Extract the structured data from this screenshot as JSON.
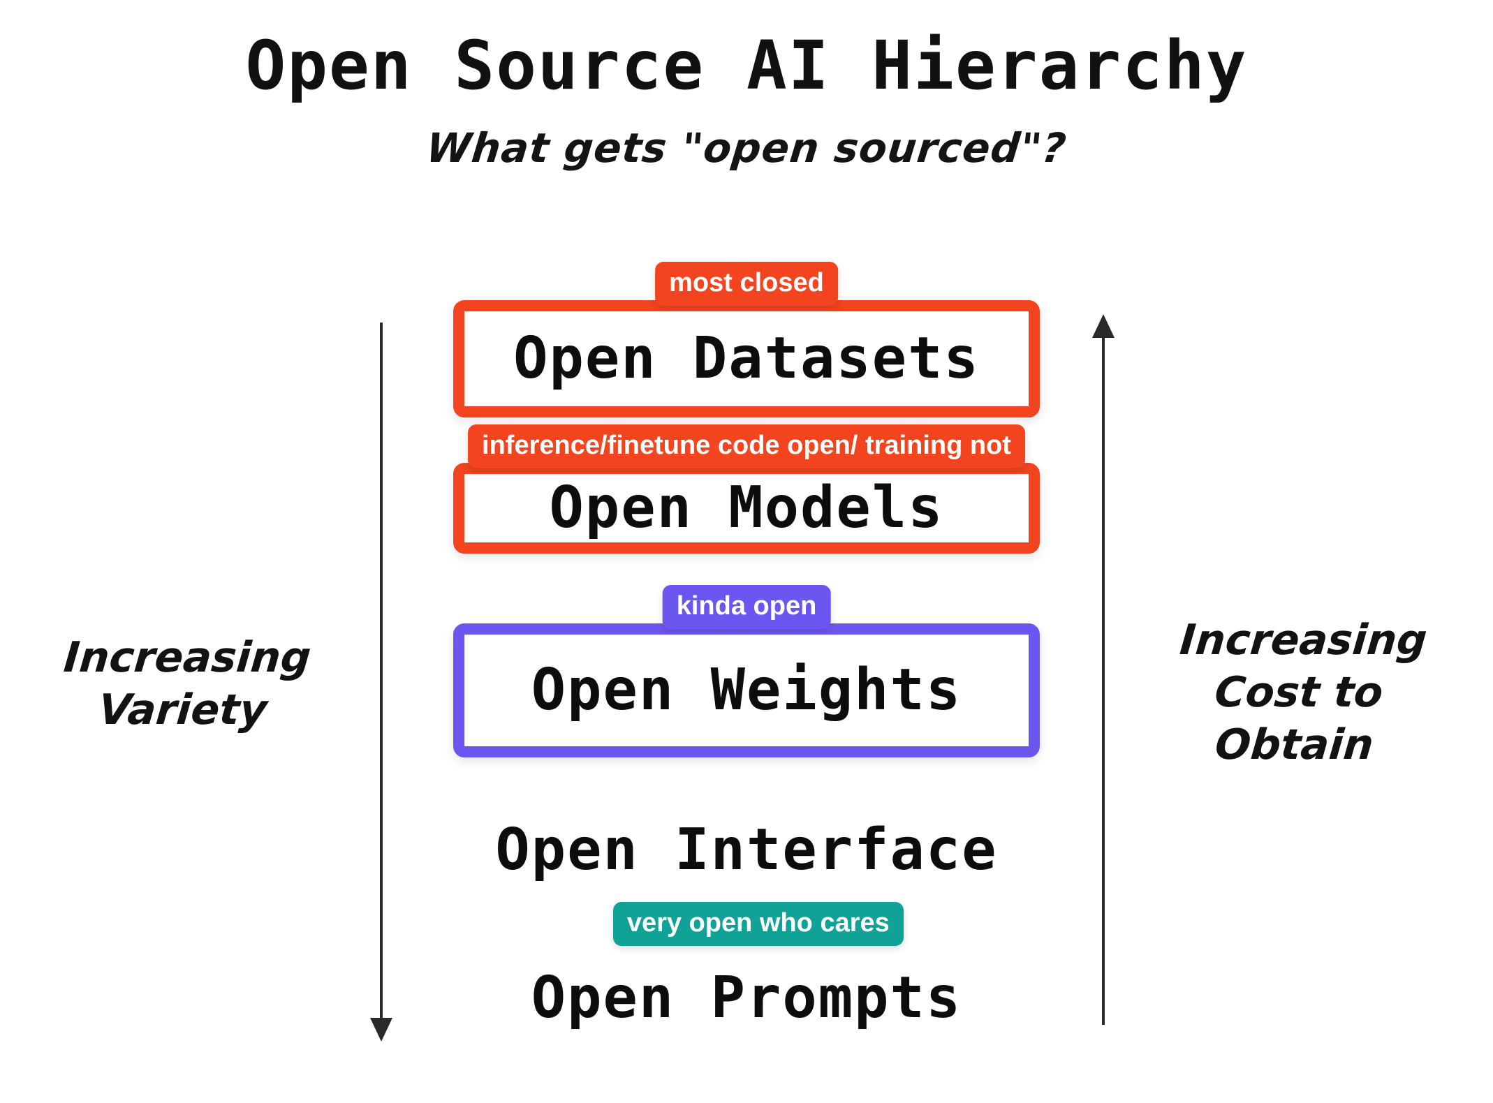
{
  "header": {
    "title": "Open Source AI Hierarchy",
    "subtitle": "What gets \"open sourced\"?"
  },
  "colors": {
    "orange": "#F2441F",
    "purple": "#6C56F0",
    "teal": "#10A296",
    "ink": "#111111",
    "background": "#FFFFFF"
  },
  "axes": {
    "left": {
      "caption_line1": "Increasing",
      "caption_line2": "Variety",
      "direction": "down"
    },
    "right": {
      "caption_line1": "Increasing",
      "caption_line2": "Cost to",
      "caption_line3": "Obtain",
      "direction": "up"
    }
  },
  "hierarchy": {
    "tiers": [
      {
        "label": "Open Datasets",
        "badge": "most closed",
        "badge_color": "#F2441F",
        "border_color": "#F2441F",
        "boxed": true
      },
      {
        "label": "Open Models",
        "badge": "inference/finetune code open/ training not",
        "badge_color": "#F2441F",
        "border_color": "#F2441F",
        "boxed": true
      },
      {
        "label": "Open Weights",
        "badge": "kinda open",
        "badge_color": "#6C56F0",
        "border_color": "#6C56F0",
        "boxed": true
      },
      {
        "label": "Open Interface",
        "badge": null,
        "badge_color": null,
        "border_color": null,
        "boxed": false
      },
      {
        "label": "Open Prompts",
        "badge": "very open who cares",
        "badge_color": "#10A296",
        "border_color": null,
        "boxed": false
      }
    ]
  }
}
